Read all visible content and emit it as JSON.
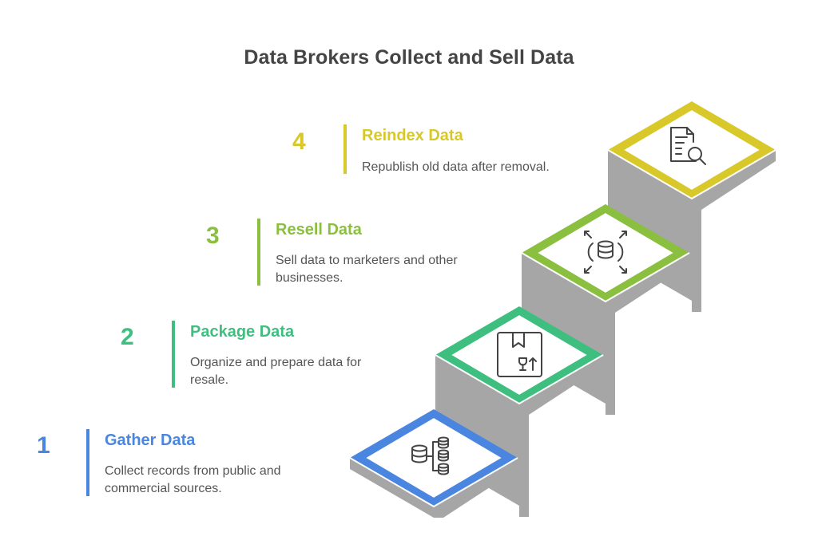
{
  "title": "Data Brokers Collect and Sell Data",
  "colors": {
    "step1": "#4a86e0",
    "step2": "#3fbf7f",
    "step3": "#8bbf3f",
    "step4": "#d8c82a",
    "face": "#a6a6a6",
    "text": "#555555",
    "title": "#444444"
  },
  "steps": [
    {
      "number": "1",
      "heading": "Gather Data",
      "description": "Collect records from public and commercial sources.",
      "icon": "database-distribution-icon"
    },
    {
      "number": "2",
      "heading": "Package Data",
      "description": "Organize and prepare data for resale.",
      "icon": "package-box-icon"
    },
    {
      "number": "3",
      "heading": "Resell Data",
      "description": "Sell data to marketers and other businesses.",
      "icon": "database-expand-icon"
    },
    {
      "number": "4",
      "heading": "Reindex Data",
      "description": "Republish old data after removal.",
      "icon": "document-search-icon"
    }
  ]
}
